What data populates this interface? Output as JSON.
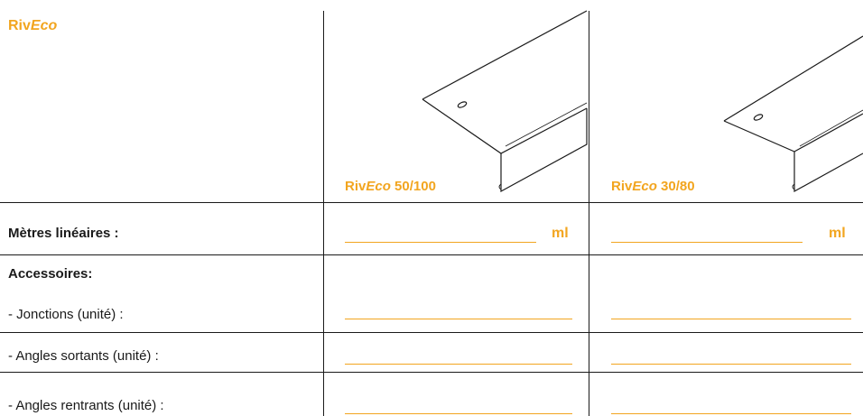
{
  "brand": {
    "prefix": "Riv",
    "suffix": "Eco"
  },
  "columns": [
    {
      "prefix": "Riv",
      "italic": "Eco",
      "size": " 50/100"
    },
    {
      "prefix": "Riv",
      "italic": "Eco",
      "size": " 30/80"
    }
  ],
  "rows": {
    "metres": "Mètres linéaires :",
    "accessoires": "Accessoires:",
    "jonctions": "- Jonctions (unité) :",
    "angles_sortants": "- Angles sortants (unité) :",
    "angles_rentrants": "- Angles rentrants (unité) :"
  },
  "unit": "ml",
  "colors": {
    "accent": "#f2a51f",
    "line": "#1a1a1a"
  }
}
